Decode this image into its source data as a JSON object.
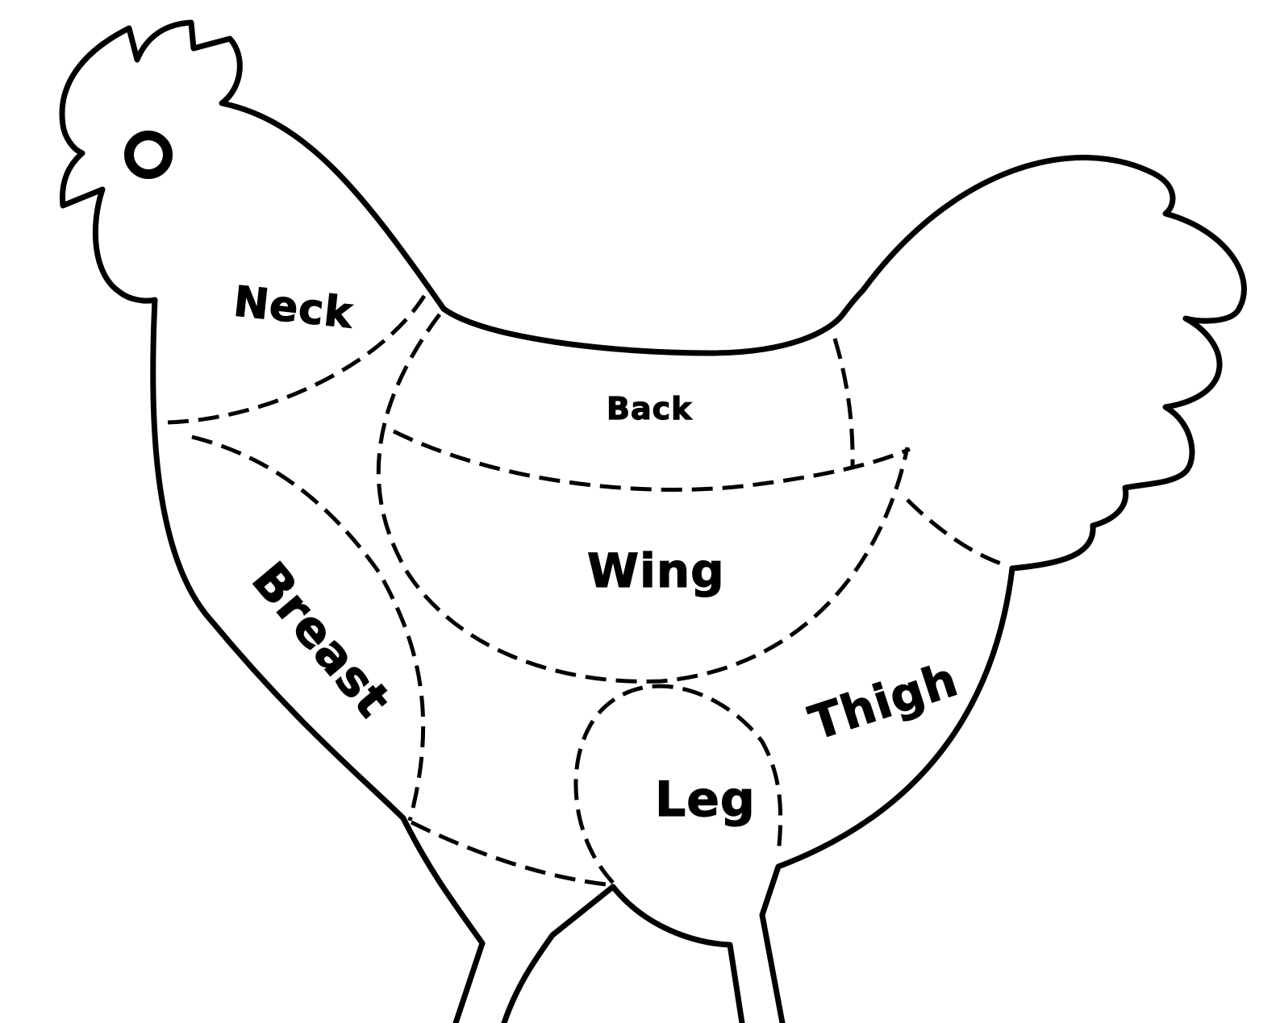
{
  "diagram": {
    "labels": {
      "neck": "Neck",
      "back": "Back",
      "wing": "Wing",
      "breast": "Breast",
      "thigh": "Thigh",
      "leg": "Leg"
    }
  }
}
